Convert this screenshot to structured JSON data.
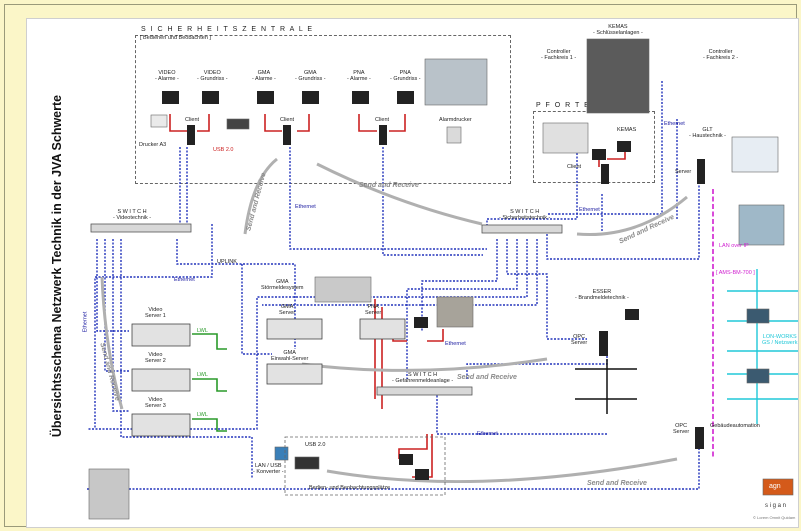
{
  "title": "Übersichtsschema Netzwerk Technik in der JVA Schwerte",
  "sicherheitszentrale": {
    "title": "S I C H E R H E I T S Z E N T R A L E",
    "subtitle": "[ Bedienen und Beobachten ]",
    "monitors": [
      "VIDEO\n- Alarme -",
      "VIDEO\n- Grundriss -",
      "GMA\n- Alarme -",
      "GMA\n- Grundriss -",
      "PNA\n- Alarme -",
      "PNA\n- Grundriss -"
    ],
    "client": "Client",
    "drucker": "Drucker A3",
    "usb": "USB 2.0",
    "alarmdrucker": "Alarmdrucker"
  },
  "kemas": {
    "title": "KEMAS\n- Schlüsselanlagen -",
    "controller1": "Controller\n- Fachkreis 1 -",
    "controller2": "Controller\n- Fachkreis 2 -"
  },
  "pforte": {
    "title": "P F O R T E",
    "kemas": "KEMAS",
    "client": "Client"
  },
  "glt": {
    "title": "GLT\n- Haustechnik -",
    "server": "Server"
  },
  "switch_video": {
    "title": "S W I T C H\n- Videotechnik -"
  },
  "switch_sicherheit": {
    "title": "S W I T C H\n- Sicherheitstechnik -"
  },
  "switch_gefahren": {
    "title": "S W I T C H\n- Gefahrenmeldeanlage -"
  },
  "uplink": "UPLINK",
  "ethernet": "Ethernet",
  "send_receive": "Send and Receive",
  "video_servers": [
    "Video\nServer 1",
    "Video\nServer 2",
    "Video\nServer 3"
  ],
  "lwl": "LWL",
  "gma_system": "GMA\nStörmeldesystem",
  "gma_server": "GMA\nServer",
  "gma_einwahl": "GMA\nEinwahl-Server",
  "pna_server": "PNA\nServer",
  "esser": "ESSER\n- Brandmeldetechnik -",
  "opc_server": "OPC\nServer",
  "lan_usb": "LAN / USB\n- Konverter -",
  "usb_20": "USB 2.0",
  "bedien_plaetze": "Bedien- und Beobachtungsplätze",
  "opc_gebaeude": "OPC\nServer",
  "gebaeudeautomation": "Gebäudeautomation",
  "lan_ip": "LAN over IP",
  "ams_bm": "[ AMS-BM-700 ]",
  "lon": "LON-WORKS\nGS / Netzwerk",
  "logo_small": "agn",
  "logo_text": "s i g a n",
  "copyright": "© Lorem Omnit Quidam",
  "colors": {
    "blue": "#2233bb",
    "red": "#cc2222",
    "green": "#2a9a2a",
    "magenta": "#d020d0",
    "cyan": "#20c8d8",
    "gray": "#9a9a9a"
  }
}
